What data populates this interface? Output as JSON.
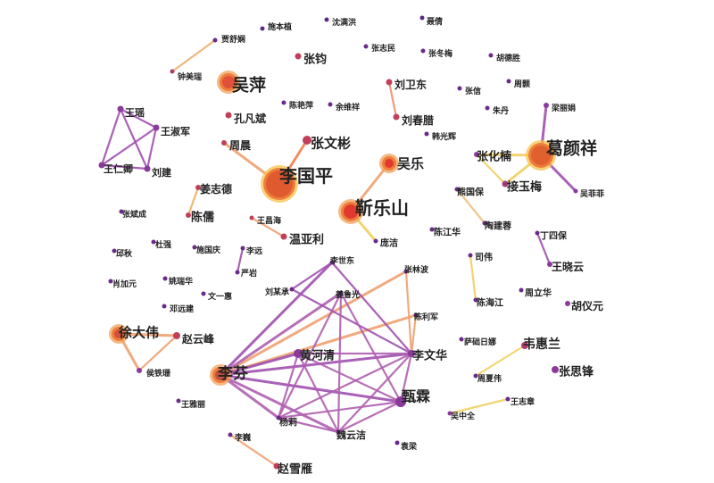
{
  "nodes": [
    {
      "id": "贾舒娴",
      "color": "#6a2a8a"
    },
    {
      "id": "施本植",
      "color": "#5a2a8a"
    },
    {
      "id": "沈满洪",
      "color": "#5a2a8a"
    },
    {
      "id": "聂倩",
      "color": "#5a2a8a"
    },
    {
      "id": "钟美瑞",
      "color": "#b03a70"
    },
    {
      "id": "张钧",
      "color": "#c0405a"
    },
    {
      "id": "张志民",
      "color": "#6a2a8a"
    },
    {
      "id": "张冬梅",
      "color": "#6a2a8a"
    },
    {
      "id": "胡德胜",
      "color": "#6a2a8a"
    },
    {
      "id": "吴萍",
      "color": "#e0503a"
    },
    {
      "id": "刘卫东",
      "color": "#c0405a"
    },
    {
      "id": "张信",
      "color": "#6a2a8a"
    },
    {
      "id": "周颢",
      "color": "#6a2a8a"
    },
    {
      "id": "王瑶",
      "color": "#8a3a9a"
    },
    {
      "id": "孔凡斌",
      "color": "#c0405a"
    },
    {
      "id": "陈艳萍",
      "color": "#6a2a8a"
    },
    {
      "id": "余维祥",
      "color": "#6a2a8a"
    },
    {
      "id": "朱丹",
      "color": "#6a2a8a"
    },
    {
      "id": "梁丽娟",
      "color": "#8a3a9a"
    },
    {
      "id": "王淑军",
      "color": "#8a3a9a"
    },
    {
      "id": "刘春腊",
      "color": "#c0405a"
    },
    {
      "id": "韩光辉",
      "color": "#6a2a8a"
    },
    {
      "id": "周晨",
      "color": "#c0405a"
    },
    {
      "id": "张文彬",
      "color": "#c0405a"
    },
    {
      "id": "葛颜祥",
      "color": "#e06030"
    },
    {
      "id": "张化楠",
      "color": "#8a3a9a"
    },
    {
      "id": "王仁卿",
      "color": "#8a3a9a"
    },
    {
      "id": "刘建",
      "color": "#8a3a9a"
    },
    {
      "id": "吴乐",
      "color": "#e03a30"
    },
    {
      "id": "李国平",
      "color": "#e05a30"
    },
    {
      "id": "接玉梅",
      "color": "#a03a7a"
    },
    {
      "id": "姜志德",
      "color": "#c0405a"
    },
    {
      "id": "熊国保",
      "color": "#6a2a8a"
    },
    {
      "id": "吴菲菲",
      "color": "#8a3a9a"
    },
    {
      "id": "靳乐山",
      "color": "#e03a30"
    },
    {
      "id": "张斌成",
      "color": "#6a2a8a"
    },
    {
      "id": "陈儒",
      "color": "#c0405a"
    },
    {
      "id": "王昌海",
      "color": "#c0405a"
    },
    {
      "id": "陶建蓉",
      "color": "#6a2a8a"
    },
    {
      "id": "温亚利",
      "color": "#c0405a"
    },
    {
      "id": "陈江华",
      "color": "#6a2a8a"
    },
    {
      "id": "丁四保",
      "color": "#6a2a8a"
    },
    {
      "id": "邱秋",
      "color": "#6a2a8a"
    },
    {
      "id": "杜强",
      "color": "#6a2a8a"
    },
    {
      "id": "施国庆",
      "color": "#6a2a8a"
    },
    {
      "id": "李远",
      "color": "#6a2a8a"
    },
    {
      "id": "庞洁",
      "color": "#6a2a8a"
    },
    {
      "id": "司伟",
      "color": "#6a2a8a"
    },
    {
      "id": "王晓云",
      "color": "#8a3a9a"
    },
    {
      "id": "李世东",
      "color": "#6a2a8a"
    },
    {
      "id": "张林波",
      "color": "#6a2a8a"
    },
    {
      "id": "肖加元",
      "color": "#6a2a8a"
    },
    {
      "id": "严岩",
      "color": "#6a2a8a"
    },
    {
      "id": "姚瑞华",
      "color": "#6a2a8a"
    },
    {
      "id": "刘某承",
      "color": "#6a2a8a"
    },
    {
      "id": "姜鲁光",
      "color": "#6a2a8a"
    },
    {
      "id": "文一惠",
      "color": "#6a2a8a"
    },
    {
      "id": "陈海江",
      "color": "#6a2a8a"
    },
    {
      "id": "周立华",
      "color": "#6a2a8a"
    },
    {
      "id": "邓远建",
      "color": "#6a2a8a"
    },
    {
      "id": "陈利军",
      "color": "#6a2a8a"
    },
    {
      "id": "胡仪元",
      "color": "#8a3a9a"
    },
    {
      "id": "徐大伟",
      "color": "#d0503a"
    },
    {
      "id": "赵云峰",
      "color": "#c0405a"
    },
    {
      "id": "萨础日娜",
      "color": "#6a2a8a"
    },
    {
      "id": "韦惠兰",
      "color": "#b03a70"
    },
    {
      "id": "黄河清",
      "color": "#8a3a9a"
    },
    {
      "id": "李文华",
      "color": "#8a3a9a"
    },
    {
      "id": "侯铁珊",
      "color": "#8a3a9a"
    },
    {
      "id": "周夏伟",
      "color": "#6a2a8a"
    },
    {
      "id": "张思锋",
      "color": "#8a3a9a"
    },
    {
      "id": "李芬",
      "color": "#c05040"
    },
    {
      "id": "王雅丽",
      "color": "#6a2a8a"
    },
    {
      "id": "甄霖",
      "color": "#8a3a9a"
    },
    {
      "id": "王志章",
      "color": "#6a2a8a"
    },
    {
      "id": "杨莉",
      "color": "#6a2a8a"
    },
    {
      "id": "吴中全",
      "color": "#8a3a9a"
    },
    {
      "id": "李巍",
      "color": "#6a2a8a"
    },
    {
      "id": "魏云洁",
      "color": "#8a3a9a"
    },
    {
      "id": "袁梁",
      "color": "#6a2a8a"
    },
    {
      "id": "赵雪雁",
      "color": "#c0405a"
    }
  ],
  "edges": [
    {
      "source": "贾舒娴",
      "target": "钟美瑞",
      "color": "#f0b070"
    },
    {
      "source": "刘卫东",
      "target": "刘春腊",
      "color": "#f09070"
    },
    {
      "source": "王瑶",
      "target": "王淑军",
      "color": "#a050b0"
    },
    {
      "source": "王瑶",
      "target": "王仁卿",
      "color": "#a050b0"
    },
    {
      "source": "王瑶",
      "target": "刘建",
      "color": "#a050b0"
    },
    {
      "source": "王淑军",
      "target": "王仁卿",
      "color": "#a050b0"
    },
    {
      "source": "王淑军",
      "target": "刘建",
      "color": "#a050b0"
    },
    {
      "source": "王仁卿",
      "target": "刘建",
      "color": "#a050b0"
    },
    {
      "source": "张文彬",
      "target": "李国平",
      "color": "#f08050"
    },
    {
      "source": "周晨",
      "target": "李国平",
      "color": "#f0a070"
    },
    {
      "source": "吴乐",
      "target": "靳乐山",
      "color": "#f0a070"
    },
    {
      "source": "靳乐山",
      "target": "庞洁",
      "color": "#f0d060"
    },
    {
      "source": "葛颜祥",
      "target": "张化楠",
      "color": "#f0d060"
    },
    {
      "source": "葛颜祥",
      "target": "接玉梅",
      "color": "#f0d060"
    },
    {
      "source": "张化楠",
      "target": "接玉梅",
      "color": "#f0d060"
    },
    {
      "source": "梁丽娟",
      "target": "葛颜祥",
      "color": "#a050b0"
    },
    {
      "source": "葛颜祥",
      "target": "吴菲菲",
      "color": "#a050b0"
    },
    {
      "source": "姜志德",
      "target": "陈儒",
      "color": "#f0b060"
    },
    {
      "source": "王昌海",
      "target": "温亚利",
      "color": "#f0a070"
    },
    {
      "source": "李远",
      "target": "严岩",
      "color": "#a050b0"
    },
    {
      "source": "丁四保",
      "target": "王晓云",
      "color": "#a050b0"
    },
    {
      "source": "司伟",
      "target": "陈海江",
      "color": "#f0d060"
    },
    {
      "source": "熊国保",
      "target": "陶建蓉",
      "color": "#f0c080"
    },
    {
      "source": "韦惠兰",
      "target": "周夏伟",
      "color": "#f0d060"
    },
    {
      "source": "吴中全",
      "target": "王志章",
      "color": "#f0d060"
    },
    {
      "source": "徐大伟",
      "target": "赵云峰",
      "color": "#f0a070"
    },
    {
      "source": "徐大伟",
      "target": "侯铁珊",
      "color": "#f0a070"
    },
    {
      "source": "赵云峰",
      "target": "侯铁珊",
      "color": "#f0a070"
    },
    {
      "source": "李巍",
      "target": "赵雪雁",
      "color": "#f0a070"
    },
    {
      "source": "李芬",
      "target": "李世东",
      "color": "#a050b0"
    },
    {
      "source": "李芬",
      "target": "张林波",
      "color": "#f0a070"
    },
    {
      "source": "李芬",
      "target": "陈利军",
      "color": "#f0a070"
    },
    {
      "source": "李芬",
      "target": "姜鲁光",
      "color": "#b060b0"
    },
    {
      "source": "李芬",
      "target": "李文华",
      "color": "#a050b0"
    },
    {
      "source": "李芬",
      "target": "黄河清",
      "color": "#a050b0"
    },
    {
      "source": "李芬",
      "target": "甄霖",
      "color": "#a050b0"
    },
    {
      "source": "李芬",
      "target": "杨莉",
      "color": "#b060b0"
    },
    {
      "source": "李芬",
      "target": "魏云洁",
      "color": "#b060b0"
    },
    {
      "source": "刘某承",
      "target": "李世东",
      "color": "#a050b0"
    },
    {
      "source": "刘某承",
      "target": "李文华",
      "color": "#a050b0"
    },
    {
      "source": "李世东",
      "target": "李文华",
      "color": "#a050b0"
    },
    {
      "source": "李文华",
      "target": "张林波",
      "color": "#f0a070"
    },
    {
      "source": "李文华",
      "target": "陈利军",
      "color": "#f0a070"
    },
    {
      "source": "李文华",
      "target": "甄霖",
      "color": "#b060b0"
    },
    {
      "source": "李文华",
      "target": "黄河清",
      "color": "#b060b0"
    },
    {
      "source": "李文华",
      "target": "杨莉",
      "color": "#b060b0"
    },
    {
      "source": "李文华",
      "target": "魏云洁",
      "color": "#b060b0"
    },
    {
      "source": "姜鲁光",
      "target": "甄霖",
      "color": "#b060b0"
    },
    {
      "source": "姜鲁光",
      "target": "杨莉",
      "color": "#b060b0"
    },
    {
      "source": "姜鲁光",
      "target": "魏云洁",
      "color": "#b060b0"
    },
    {
      "source": "黄河清",
      "target": "甄霖",
      "color": "#b060b0"
    },
    {
      "source": "黄河清",
      "target": "杨莉",
      "color": "#b060b0"
    },
    {
      "source": "黄河清",
      "target": "魏云洁",
      "color": "#b060b0"
    },
    {
      "source": "甄霖",
      "target": "杨莉",
      "color": "#b060b0"
    },
    {
      "source": "甄霖",
      "target": "魏云洁",
      "color": "#b060b0"
    },
    {
      "source": "杨莉",
      "target": "魏云洁",
      "color": "#b060b0"
    }
  ]
}
